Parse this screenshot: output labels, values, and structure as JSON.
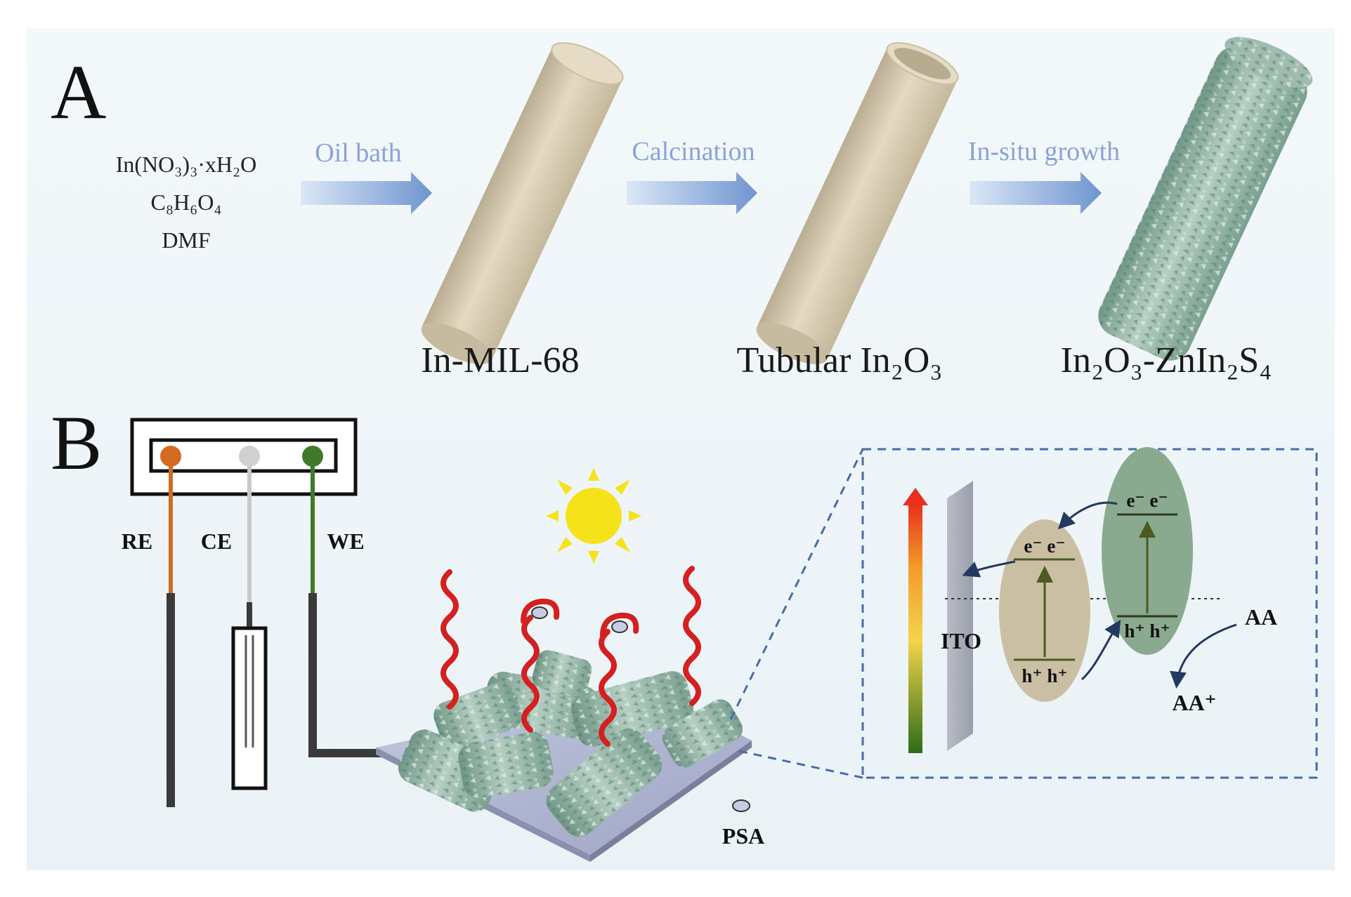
{
  "panel_a": {
    "label": "A",
    "reagents": [
      "In(NO₃)₃·xH₂O",
      "C₈H₆O₄",
      "DMF"
    ],
    "steps": [
      {
        "label": "Oil bath"
      },
      {
        "label": "Calcination"
      },
      {
        "label": "In-situ growth"
      }
    ],
    "products": [
      "In-MIL-68",
      "Tubular In₂O₃",
      "In₂O₃-ZnIn₂S₄"
    ]
  },
  "panel_b": {
    "label": "B",
    "electrodes": {
      "re": "RE",
      "ce": "CE",
      "we": "WE"
    },
    "psa_label": "PSA",
    "inset": {
      "ito_label": "ITO",
      "electron_label": "e⁻  e⁻",
      "hole_label": "h⁺  h⁺",
      "donor_label": "AA",
      "oxidized_label": "AA⁺"
    }
  },
  "colors": {
    "background": "#eef5f8",
    "arrow": "#7ea2d8",
    "step_text": "#8aa3d6",
    "tube_beige": "#d6cbb0",
    "tube_green": "#8fb0a0",
    "re_wire": "#d46a20",
    "ce_wire": "#c8c8c8",
    "we_wire": "#3f7a2a",
    "aptamer": "#d42020",
    "inset_border": "#4a6ba8",
    "ellipse_beige": "#cbbfa3",
    "ellipse_green": "#8aaa8f",
    "sun": "#f6e21a"
  }
}
